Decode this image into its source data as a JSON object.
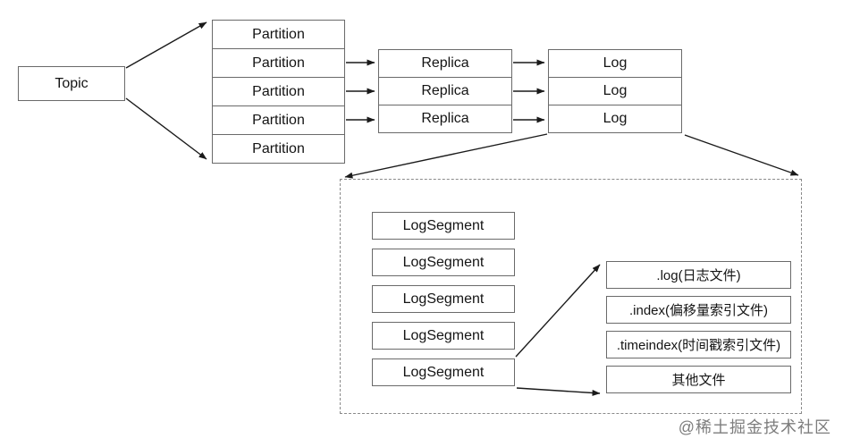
{
  "diagram": {
    "topic": {
      "label": "Topic"
    },
    "partitions": [
      "Partition",
      "Partition",
      "Partition",
      "Partition",
      "Partition"
    ],
    "replicas": [
      "Replica",
      "Replica",
      "Replica"
    ],
    "logs": [
      "Log",
      "Log",
      "Log"
    ],
    "log_segments": [
      "LogSegment",
      "LogSegment",
      "LogSegment",
      "LogSegment",
      "LogSegment"
    ],
    "files": [
      ".log(日志文件)",
      ".index(偏移量索引文件)",
      ".timeindex(时间戳索引文件)",
      "其他文件"
    ],
    "watermark": "@稀土掘金技术社区",
    "colors": {
      "background": "#ffffff",
      "box_border": "#6a6a6a",
      "dashed_border": "#8a8a8a",
      "arrow": "#1a1a1a",
      "text": "#141414",
      "watermark": "#7d7d7d"
    }
  }
}
